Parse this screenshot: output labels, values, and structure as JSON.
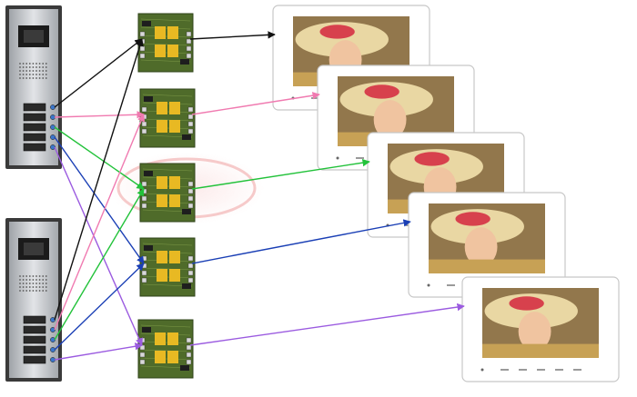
{
  "outdoor_panels": [
    {
      "id": "panel-a",
      "buttons": 5
    },
    {
      "id": "panel-b",
      "buttons": 5
    }
  ],
  "switch_boards": 5,
  "monitors": 5,
  "connections": [
    {
      "from": "panel-a",
      "button": 1,
      "to_board": 1,
      "color": "#111111"
    },
    {
      "from": "panel-a",
      "button": 2,
      "to_board": 2,
      "color": "#f07ab0"
    },
    {
      "from": "panel-a",
      "button": 3,
      "to_board": 3,
      "color": "#22c23a"
    },
    {
      "from": "panel-a",
      "button": 4,
      "to_board": 4,
      "color": "#1a3fb5"
    },
    {
      "from": "panel-a",
      "button": 5,
      "to_board": 5,
      "color": "#9b5be0"
    },
    {
      "from": "panel-b",
      "button": 1,
      "to_board": 1,
      "color": "#111111"
    },
    {
      "from": "panel-b",
      "button": 2,
      "to_board": 2,
      "color": "#f07ab0"
    },
    {
      "from": "panel-b",
      "button": 3,
      "to_board": 3,
      "color": "#22c23a"
    },
    {
      "from": "panel-b",
      "button": 4,
      "to_board": 4,
      "color": "#1a3fb5"
    },
    {
      "from": "panel-b",
      "button": 5,
      "to_board": 5,
      "color": "#9b5be0"
    }
  ],
  "board_to_monitor": [
    {
      "board": 1,
      "monitor": 1,
      "color": "#111111"
    },
    {
      "board": 2,
      "monitor": 2,
      "color": "#f07ab0"
    },
    {
      "board": 3,
      "monitor": 3,
      "color": "#22c23a"
    },
    {
      "board": 4,
      "monitor": 4,
      "color": "#1a3fb5"
    },
    {
      "board": 5,
      "monitor": 5,
      "color": "#9b5be0"
    }
  ],
  "colors": {
    "panel_body": "#c9ccd0",
    "panel_frame": "#3a3a3a",
    "board_green": "#4f6b2a",
    "relay_yellow": "#e8b923",
    "monitor_frame": "#ffffff",
    "watermark": "#e86a6a"
  }
}
